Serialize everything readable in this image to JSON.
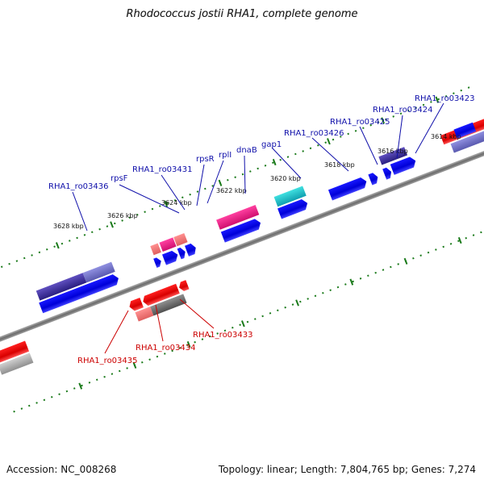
{
  "title": "Rhodococcus jostii RHA1, complete genome",
  "accession": "Accession: NC_008268",
  "summary": "Topology: linear; Length: 7,804,765 bp; Genes: 7,274",
  "ruler_labels": [
    "3628 kbp",
    "3626 kbp",
    "3624 kbp",
    "3622 kbp",
    "3620 kbp",
    "3618 kbp",
    "3616 kbp",
    "3614 kbp"
  ],
  "top_gene_labels": [
    "RHA1_ro03436",
    "rpsF",
    "RHA1_ro03431",
    "rpsR",
    "rplI",
    "dnaB",
    "gap1",
    "RHA1_ro03426",
    "RHA1_ro03425",
    "RHA1_ro03424",
    "RHA1_ro03423"
  ],
  "bottom_gene_labels": [
    "RHA1_ro03435",
    "RHA1_ro03434",
    "RHA1_ro03433"
  ],
  "colors": {
    "forward_gene": "#1010e0",
    "reverse_gene": "#e00000",
    "pink_gene": "#e0208a",
    "cyan_gene": "#20c0c0",
    "indigo_gene": "#4030a0",
    "slate_gene": "#7070c0",
    "gray_gene": "#707070",
    "backbone": "#888888",
    "tick": "#1a7a1a",
    "top_label": "#1010aa",
    "bottom_label": "#cc0000"
  }
}
